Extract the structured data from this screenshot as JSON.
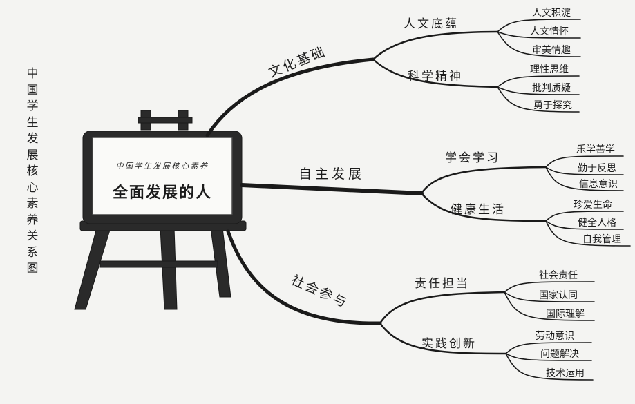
{
  "vertical_title": "中国学生发展核心素养关系图",
  "board": {
    "subtitle": "中国学生发展核心素养",
    "title": "全面发展的人"
  },
  "branches": [
    {
      "label": "文化基础",
      "sub": [
        {
          "label": "人文底蕴",
          "leaves": [
            "人文积淀",
            "人文情怀",
            "审美情趣"
          ]
        },
        {
          "label": "科学精神",
          "leaves": [
            "理性思维",
            "批判质疑",
            "勇于探究"
          ]
        }
      ]
    },
    {
      "label": "自主发展",
      "sub": [
        {
          "label": "学会学习",
          "leaves": [
            "乐学善学",
            "勤于反思",
            "信息意识"
          ]
        },
        {
          "label": "健康生活",
          "leaves": [
            "珍爱生命",
            "健全人格",
            "自我管理"
          ]
        }
      ]
    },
    {
      "label": "社会参与",
      "sub": [
        {
          "label": "责任担当",
          "leaves": [
            "社会责任",
            "国家认同",
            "国际理解"
          ]
        },
        {
          "label": "实践创新",
          "leaves": [
            "劳动意识",
            "问题解决",
            "技术运用"
          ]
        }
      ]
    }
  ]
}
